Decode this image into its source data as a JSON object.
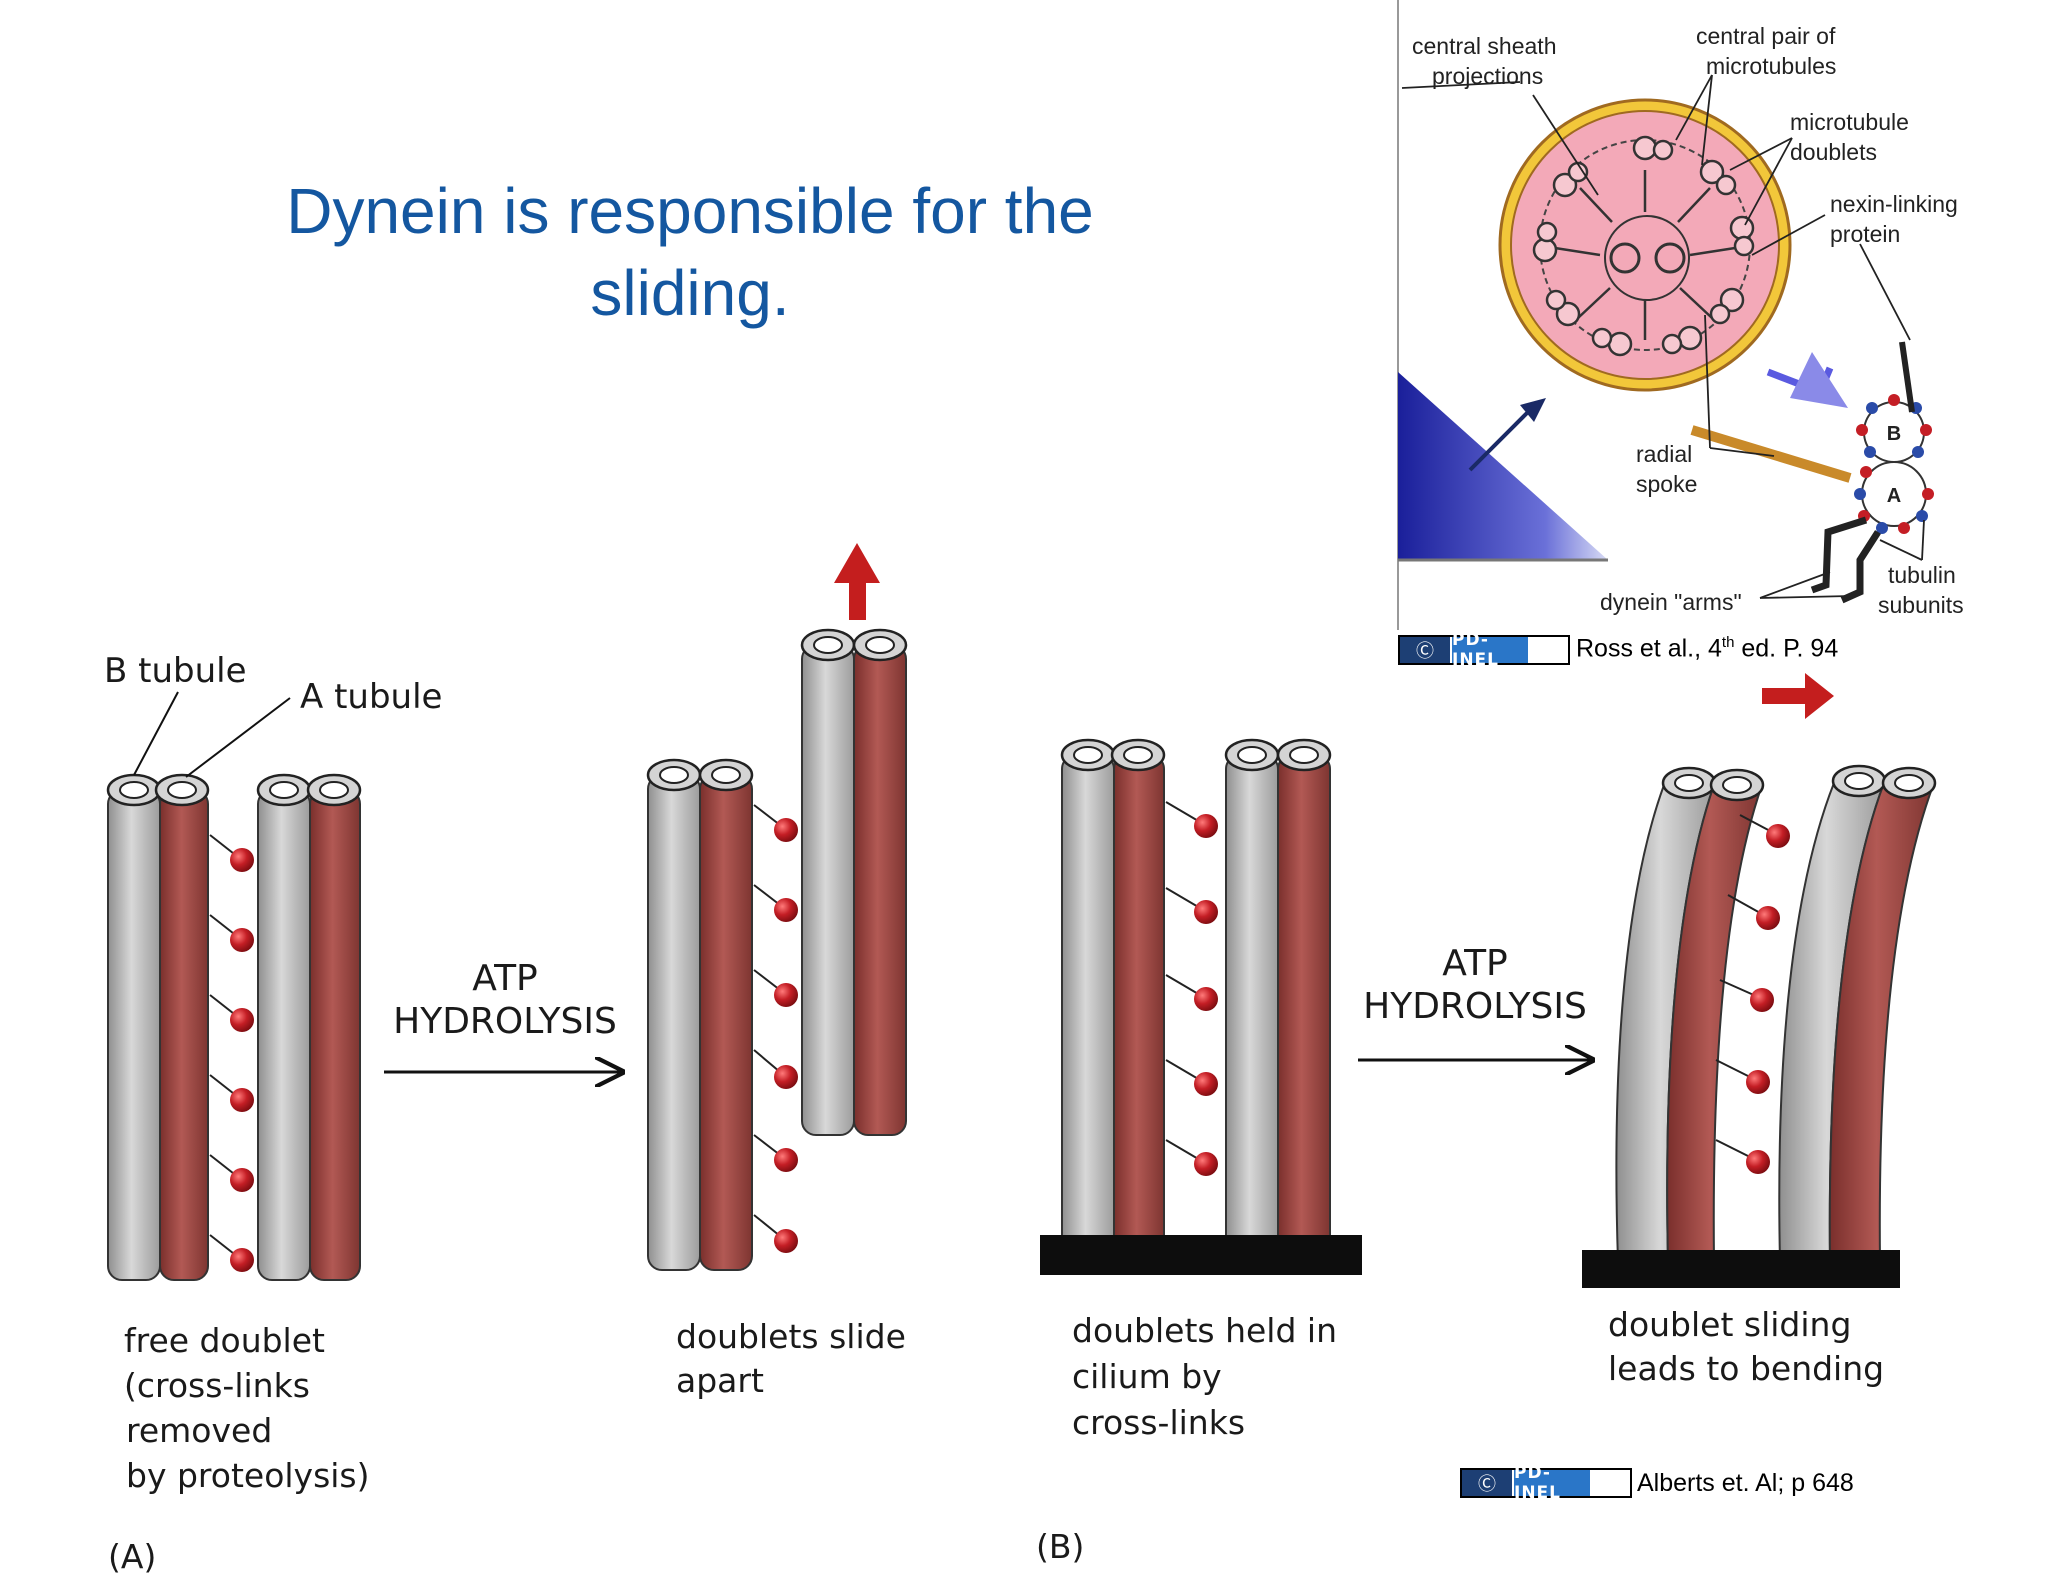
{
  "title_line1": "Dynein is responsible for the",
  "title_line2": "sliding.",
  "labels": {
    "b_tubule": "B tubule",
    "a_tubule": "A tubule",
    "atp": "ATP",
    "hydrolysis": "HYDROLYSIS",
    "panel_a": "(A)",
    "panel_b": "(B)"
  },
  "captions": {
    "free_doublet": [
      "free doublet",
      "(cross-links",
      "removed",
      "by proteolysis)"
    ],
    "slide_apart": [
      "doublets slide",
      "apart"
    ],
    "held": [
      "doublets held in",
      "cilium by",
      "cross-links"
    ],
    "bending": [
      "doublet sliding",
      "leads to bending"
    ]
  },
  "inset": {
    "central_sheath": [
      "central sheath",
      "projections"
    ],
    "central_pair": [
      "central pair of",
      "microtubules"
    ],
    "mt_doublets": [
      "microtubule",
      "doublets"
    ],
    "nexin": [
      "nexin-linking",
      "protein"
    ],
    "radial_spoke": [
      "radial",
      "spoke"
    ],
    "dynein_arms": "dynein \"arms\"",
    "tubulin": [
      "tubulin",
      "subunits"
    ],
    "letter_b": "B",
    "letter_a": "A"
  },
  "credits": {
    "badge_text": "PD-INEL",
    "badge_icon": "cc-icon",
    "ross": "Ross et al., 4",
    "ross_sup": "th",
    "ross_tail": " ed. P. 94",
    "alberts": "Alberts et. Al; p 648"
  },
  "colors": {
    "title": "#1457a0",
    "gray_tubule": "#bdbdbd",
    "red_tubule": "#a24a45",
    "dynein_ball": "#c41e25",
    "arrow_red": "#c41e1e",
    "inset_pink": "#f3a9b8",
    "inset_ring": "#f2c73a",
    "badge_blue": "#2a76c8"
  }
}
